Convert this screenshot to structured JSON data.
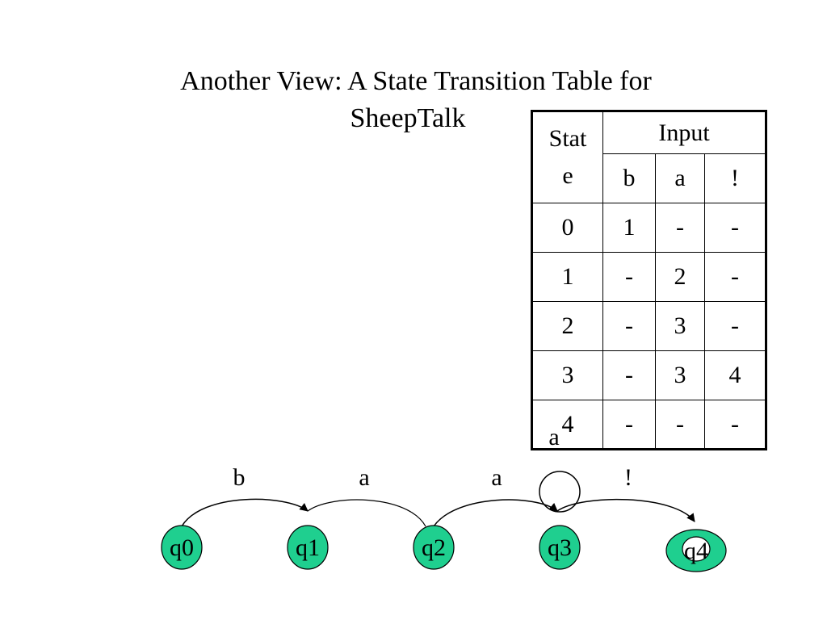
{
  "title": {
    "line1": "Another View:  A State Transition Table for",
    "line2": "SheepTalk"
  },
  "table": {
    "state_header": "State",
    "state_header_l1": "Stat",
    "state_header_l2": "e",
    "input_header": "Input",
    "input_symbols": [
      "b",
      "a",
      "!"
    ],
    "rows": [
      {
        "state": "0",
        "cells": [
          "1",
          "-",
          "-"
        ]
      },
      {
        "state": "1",
        "cells": [
          "-",
          "2",
          "-"
        ]
      },
      {
        "state": "2",
        "cells": [
          "-",
          "3",
          "-"
        ]
      },
      {
        "state": "3",
        "cells": [
          "-",
          "3",
          "4"
        ]
      },
      {
        "state": "4",
        "cells": [
          "-",
          "-",
          "-"
        ]
      }
    ]
  },
  "fsa": {
    "nodes": [
      {
        "id": "q0",
        "label": "q0",
        "accept": false
      },
      {
        "id": "q1",
        "label": "q1",
        "accept": false
      },
      {
        "id": "q2",
        "label": "q2",
        "accept": false
      },
      {
        "id": "q3",
        "label": "q3",
        "accept": false
      },
      {
        "id": "q4",
        "label": "q4",
        "accept": true
      }
    ],
    "edges": [
      {
        "from": "q0",
        "to": "q1",
        "label": "b"
      },
      {
        "from": "q1",
        "to": "q2",
        "label": "a"
      },
      {
        "from": "q2",
        "to": "q3",
        "label": "a"
      },
      {
        "from": "q3",
        "to": "q3",
        "label": "a"
      },
      {
        "from": "q3",
        "to": "q4",
        "label": "!"
      }
    ],
    "node_color": "#1fcf8f"
  }
}
